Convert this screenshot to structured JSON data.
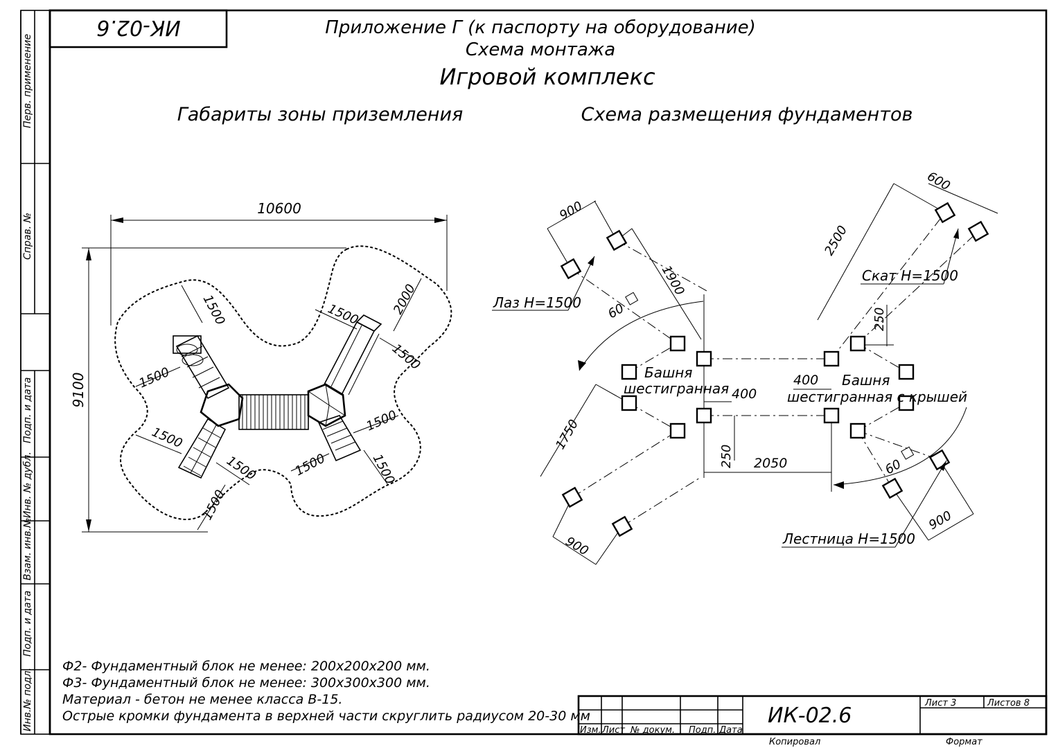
{
  "doc_code_top": "ИК-02.6",
  "header": {
    "line1": "Приложение Г (к паспорту на оборудование)",
    "line2": "Схема монтажа",
    "line3": "Игровой комплекс"
  },
  "sections": {
    "left_title": "Габариты зоны приземления",
    "right_title": "Схема размещения фундаментов"
  },
  "left_plan": {
    "dims": {
      "width": "10600",
      "height": "9100",
      "d2000": "2000",
      "d1500_a": "1500",
      "d1500_b": "1500",
      "d1500_c": "1500",
      "d1500_d": "1500",
      "d1500_e": "1500",
      "d1500_f": "1500",
      "d1500_g": "1500",
      "d1500_h": "1500",
      "d1500_i": "1500",
      "d1500_j": "1500"
    }
  },
  "right_plan": {
    "dims": {
      "d900_top": "900",
      "d1900": "1900",
      "d600": "600",
      "d2500": "2500",
      "d250_top": "250",
      "d400_left": "400",
      "d400_right": "400",
      "d250_bot": "250",
      "d2050": "2050",
      "d1750": "1750",
      "d900_bl": "900",
      "d900_br": "900",
      "angle_left": "60",
      "angle_right": "60"
    },
    "labels": {
      "laz": "Лаз H=1500",
      "skat": "Скат H=1500",
      "lestnica": "Лестница H=1500",
      "tower_left_1": "Башня",
      "tower_left_2": "шестигранная",
      "tower_right_1": "Башня",
      "tower_right_2": "шестигранная с крышей"
    }
  },
  "notes": [
    "Ф2- Фундаментный блок не менее: 200х200х200 мм.",
    "Ф3- Фундаментный блок не менее: 300х300х300 мм.",
    "Материал - бетон не менее класса В-15.",
    "Острые кромки фундамента в верхней части скруглить радиусом 20-30 мм"
  ],
  "side_strip": {
    "perv": "Перв. применение",
    "sprav": "Справ. №",
    "podp_data_1": "Подп. и дата",
    "inv_dubl": "Инв. № дубл.",
    "vzam_inv": "Взам. инв.№",
    "podp_data_2": "Подп. и дата",
    "inv_podl": "Инв.№ подл."
  },
  "title_block": {
    "izm": "Изм.",
    "list": "Лист",
    "n_dokum": "№ докум.",
    "podp": "Подп.",
    "data": "Дата",
    "code": "ИК-02.6",
    "sheet": "Лист 3",
    "sheets": "Листов 8",
    "kopiroval": "Копировал",
    "format": "Формат"
  }
}
